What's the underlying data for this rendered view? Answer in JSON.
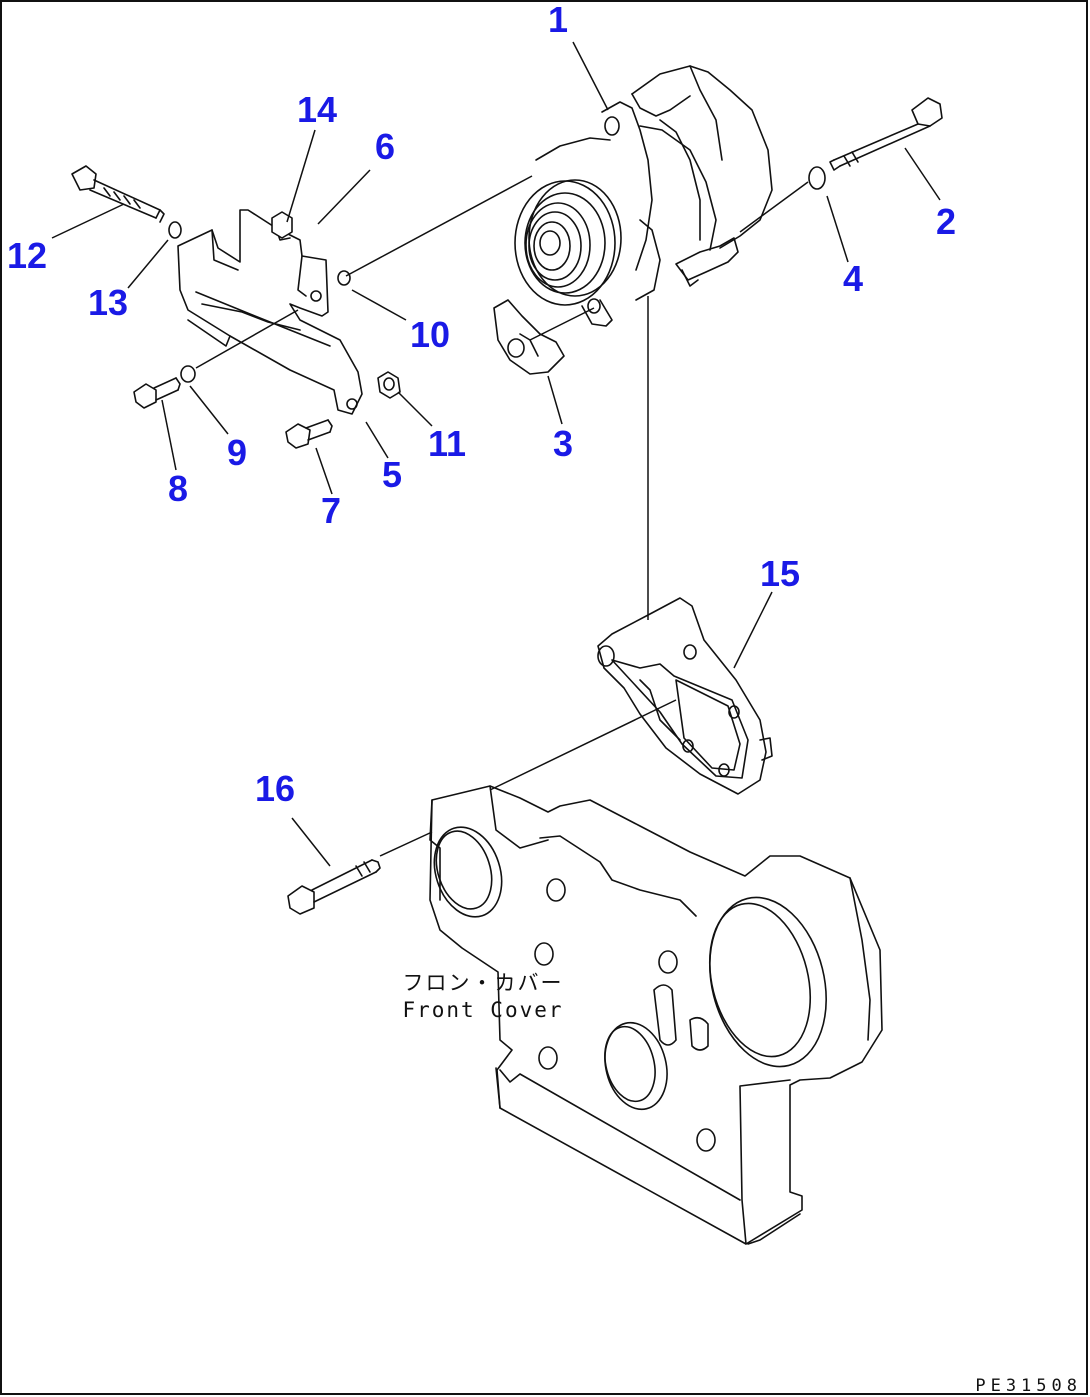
{
  "colors": {
    "label": "#1a1ae6",
    "line": "#111111",
    "background": "#ffffff"
  },
  "labels": [
    "1",
    "2",
    "3",
    "4",
    "5",
    "6",
    "7",
    "8",
    "9",
    "10",
    "11",
    "12",
    "13",
    "14",
    "15",
    "16"
  ],
  "front_cover": {
    "japanese": "フロン・カバー",
    "english": "Front Cover"
  },
  "drawing_code": "PE31508"
}
